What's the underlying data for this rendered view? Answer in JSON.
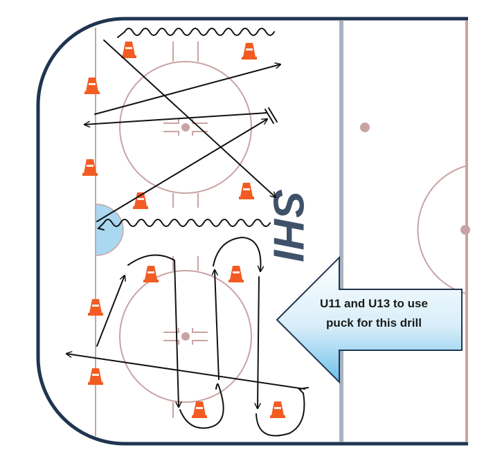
{
  "diagram": {
    "callout": {
      "line1": "U11 and U13 to use",
      "line2": "puck for this drill"
    },
    "logo_text": "SHI",
    "colors": {
      "boards": "#1f3550",
      "rink_lines": "#c9a3a3",
      "blue_line": "#a7b4c0",
      "cone": "#f25c22",
      "crease": "#a9d8f0",
      "callout_light": "#ffffff",
      "callout_dark": "#6ec0ea",
      "callout_border": "#1f3550",
      "arrows": "#111111"
    }
  }
}
